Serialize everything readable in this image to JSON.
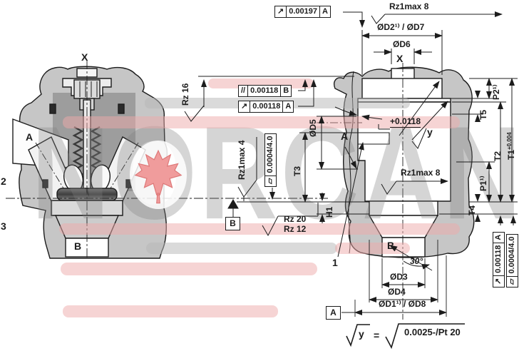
{
  "watermark": {
    "text": "NORCAN"
  },
  "left_view": {
    "top_label": "X",
    "port_label": "A",
    "bottom_label": "B",
    "callout_2": "2",
    "callout_3": "3"
  },
  "right_view": {
    "top_label": "X",
    "bore_label": "A",
    "bottom_label": "B",
    "callout_1": "1",
    "angle": "30°",
    "offset_note": "+0.0118",
    "finish_y": "y"
  },
  "frames": {
    "top_runout": {
      "sym": "↗",
      "tol": "0.00197",
      "datum": "A"
    },
    "mid_parallel": {
      "sym": "//",
      "tol": "0.00118",
      "datum": "B"
    },
    "mid_runout": {
      "sym": "↗",
      "tol": "0.00118",
      "datum": "A"
    },
    "mid_flatness": {
      "sym": "▱",
      "tol": "0.0004/4.0"
    },
    "right_runout": {
      "sym": "↗",
      "tol": "0.00118",
      "datum": "A"
    },
    "right_flatness": {
      "sym": "▱",
      "tol": "0.0004/4.0"
    }
  },
  "datums": {
    "a": "A",
    "b": "B"
  },
  "finishes": {
    "top": "Rz1max 8",
    "bore": "Rz1max 8",
    "rz16": "Rz 16",
    "rz1max4": "Rz1max 4",
    "rz20": "Rz 20",
    "rz12": "Rz 12"
  },
  "dims": {
    "d2_d7": "ØD2¹⁾ / ØD7",
    "d6": "ØD6",
    "d5": "ØD5",
    "t3": "T3",
    "h1": "H1",
    "p2": "P2¹⁾",
    "t5": "T5",
    "t2": "T2",
    "t1": "T1",
    "t1_tol": "+0.004",
    "p1": "P1¹⁾",
    "t4": "T4",
    "d3": "ØD3",
    "d4": "ØD4",
    "d1_d8": "ØD1¹⁾ / ØD8"
  },
  "formula": {
    "lhs": "y",
    "eq": "=",
    "rhs": "0.0025-/Pt 20"
  }
}
